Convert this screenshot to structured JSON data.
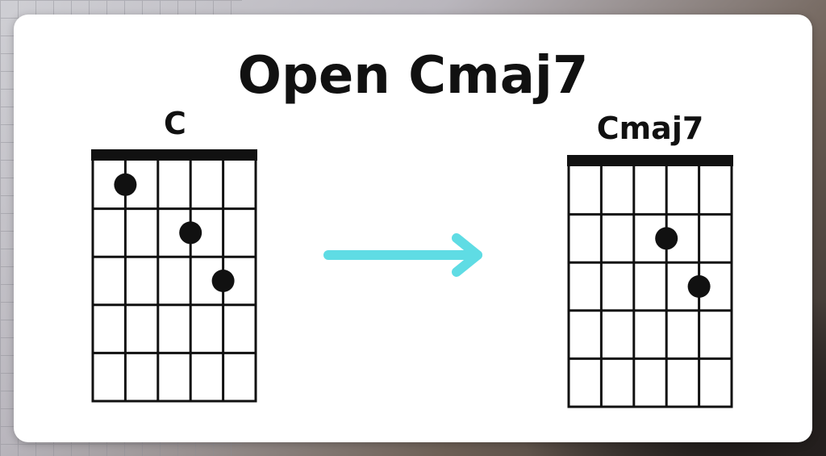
{
  "title": "Open Cmaj7",
  "chords": [
    {
      "name": "C",
      "strings": 6,
      "frets": 5,
      "dots": [
        {
          "string": 5,
          "fret": 1
        },
        {
          "string": 3,
          "fret": 2
        },
        {
          "string": 2,
          "fret": 3
        }
      ]
    },
    {
      "name": "Cmaj7",
      "strings": 6,
      "frets": 5,
      "dots": [
        {
          "string": 3,
          "fret": 2
        },
        {
          "string": 2,
          "fret": 3
        }
      ]
    }
  ],
  "colors": {
    "arrow": "#5fdce4",
    "ink": "#111111"
  },
  "icons": {
    "transition": "arrow-right-icon"
  }
}
